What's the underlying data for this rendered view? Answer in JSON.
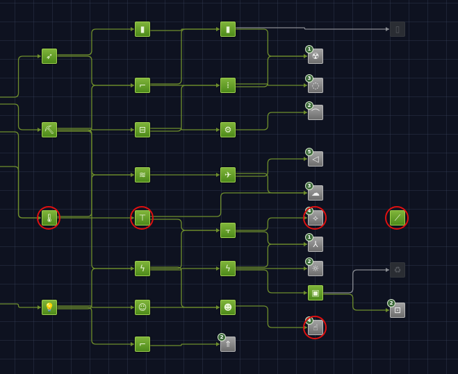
{
  "colors": {
    "researched_edge": "#6f8f2c",
    "locked_edge": "#8a8d93",
    "highlight": "#e01010"
  },
  "nodes": [
    {
      "id": "a1",
      "state": "researched",
      "icon": "rocket-icon"
    },
    {
      "id": "a2",
      "state": "researched",
      "icon": "crane-icon"
    },
    {
      "id": "a3",
      "state": "researched",
      "icon": "thermometer-icon",
      "highlighted": true
    },
    {
      "id": "a4",
      "state": "researched",
      "icon": "lightbulb-icon"
    },
    {
      "id": "b1",
      "state": "researched",
      "icon": "battery-icon"
    },
    {
      "id": "b2",
      "state": "researched",
      "icon": "pipe-icon"
    },
    {
      "id": "b3",
      "state": "researched",
      "icon": "press-icon"
    },
    {
      "id": "b4",
      "state": "researched",
      "icon": "grill-icon"
    },
    {
      "id": "b5",
      "state": "researched",
      "icon": "gauge-icon",
      "highlighted": true
    },
    {
      "id": "b6",
      "state": "researched",
      "icon": "lightning-icon"
    },
    {
      "id": "b7",
      "state": "researched",
      "icon": "person-icon"
    },
    {
      "id": "b8",
      "state": "researched",
      "icon": "shower-icon"
    },
    {
      "id": "c1",
      "state": "researched",
      "icon": "batteries-icon"
    },
    {
      "id": "c2",
      "state": "researched",
      "icon": "heater-icon"
    },
    {
      "id": "c3",
      "state": "researched",
      "icon": "gear-icon"
    },
    {
      "id": "c4",
      "state": "researched",
      "icon": "plane-icon"
    },
    {
      "id": "c5",
      "state": "researched",
      "icon": "valve-icon"
    },
    {
      "id": "c6",
      "state": "researched",
      "icon": "power-cell-icon"
    },
    {
      "id": "c7",
      "state": "researched",
      "icon": "people-icon"
    },
    {
      "id": "c8",
      "state": "available",
      "icon": "rocket-launch-icon",
      "badge": "2"
    },
    {
      "id": "d1",
      "state": "available",
      "icon": "radiation-icon",
      "badge": "1"
    },
    {
      "id": "d2",
      "state": "available",
      "icon": "thermo-ring-icon",
      "badge": "3"
    },
    {
      "id": "d3",
      "state": "available",
      "icon": "scythe-icon",
      "badge": "2"
    },
    {
      "id": "d4",
      "state": "available",
      "icon": "spray-icon",
      "badge": "5"
    },
    {
      "id": "d5",
      "state": "available",
      "icon": "cloud-icon",
      "badge": "3"
    },
    {
      "id": "d6",
      "state": "available",
      "icon": "drone-icon",
      "badge": "4",
      "highlighted": true
    },
    {
      "id": "d7",
      "state": "available",
      "icon": "network-icon",
      "badge": "1"
    },
    {
      "id": "d8",
      "state": "available",
      "icon": "sun-panel-icon",
      "badge": "2"
    },
    {
      "id": "d9",
      "state": "researched",
      "icon": "chip-icon"
    },
    {
      "id": "d10",
      "state": "available",
      "icon": "hand-icon",
      "badge": "4",
      "highlighted": true
    },
    {
      "id": "e1",
      "state": "locked",
      "icon": "bottles-icon"
    },
    {
      "id": "e2",
      "state": "researched",
      "icon": "satellite-icon",
      "highlighted": true
    },
    {
      "id": "e3",
      "state": "locked",
      "icon": "recycle-icon"
    },
    {
      "id": "e4",
      "state": "available",
      "icon": "machine-icon",
      "badge": "2"
    }
  ]
}
